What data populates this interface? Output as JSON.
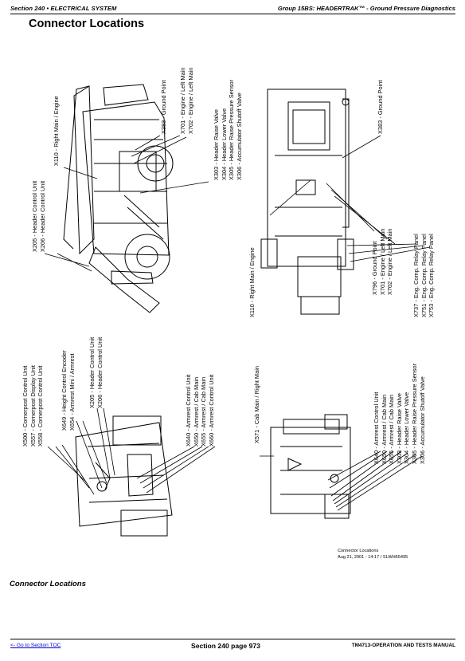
{
  "header": {
    "section": "Section 240 • ELECTRICAL SYSTEM",
    "group": "Group 15BS: HEADERTRAK™ - Ground Pressure Diagnostics"
  },
  "title": "Connector Locations",
  "callouts": {
    "side_ground": [
      "X383 - Ground Point"
    ],
    "side_engine": [
      "X701 - Engine / Left Main",
      "X702 - Engine / Left Main"
    ],
    "side_right_main": [
      "X110 - Right Main / Engine"
    ],
    "side_header_valves": [
      "X303 - Header Raise Valve",
      "X304 - Header Lower Valve",
      "X305 - Header Raise Pressure Sensor",
      "X306 - Accumulator Shutoff Valve"
    ],
    "side_header_control": [
      "X205 - Header Control Unit",
      "X206 - Header Control Unit"
    ],
    "top_ground": [
      "X383 - Ground Point"
    ],
    "top_right_main": [
      "X110 - Right Main / Engine"
    ],
    "top_engine": [
      "X796 - Ground Point",
      "X701 - Engine / Left Main",
      "X702 - Engine / Left Main"
    ],
    "top_relay": [
      "X737 - Eng. Comp. Relay Panel",
      "X751 - Eng. Comp. Relay Panel",
      "X753 - Eng. Comp. Relay Panel"
    ],
    "cab_cornerpost": [
      "X500 - Cornerpost Control Unit",
      "X557 - Cornerpost Display Unit",
      "X558 - Cornerpost Control Unit"
    ],
    "cab_armrest": [
      "X649 - Height Control Encoder",
      "X654 - Armrest Mini / Armrest"
    ],
    "cab_header_control": [
      "X205 - Header Control Unit",
      "X206 - Header Control Unit"
    ],
    "cab_armrest_units": [
      "X640 - Armrest Control Unit",
      "X650 - Armrest / Cab Main",
      "X655 - Armrest / Cab Main",
      "X660 - Armrest Control Unit"
    ],
    "rear_cab_main": [
      "X571 - Cab Main / Right Main"
    ],
    "rear_units": [
      "X640 - Armrest Control Unit",
      "X650 - Armrest / Cab Main",
      "X655 - Armrest / Cab Main",
      "X303 - Header Raise Valve",
      "X304 - Header Lower Valve",
      "X305 - Header Raise Pressure Sensor",
      "X306 - Accumulator Shutoff Valve"
    ]
  },
  "figure_caption": {
    "line1": "Connector Locations",
    "line2": "Aug 21, 2001  -  14:17 / SLWH65495"
  },
  "subheading": "Connector Locations",
  "footer": {
    "toc_link": "<- Go to Section TOC",
    "page": "Section 240 page 973",
    "manual": "TM4713-OPERATION AND TESTS MANUAL"
  }
}
